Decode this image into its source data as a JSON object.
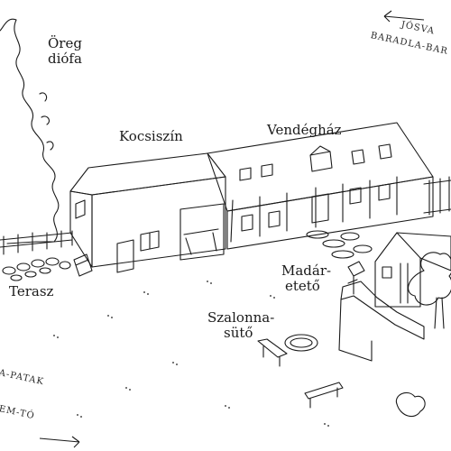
{
  "labels": {
    "oreg_diofa": [
      "Öreg",
      "diófa"
    ],
    "vendeghaz": "Vendégház",
    "kocsiszin": "Kocsiszín",
    "terasz": "Terasz",
    "madaretető": [
      "Madár-",
      "etető"
    ],
    "szalonnasuto": [
      "Szalonna-",
      "sütő"
    ]
  },
  "directions": {
    "top_right": [
      "JÓSVA",
      "BARADLA-BAR"
    ],
    "bottom_left": [
      "A-PATAK",
      "EM-TÓ"
    ]
  },
  "colors": {
    "ink": "#1a1a1a",
    "paper": "#ffffff"
  }
}
